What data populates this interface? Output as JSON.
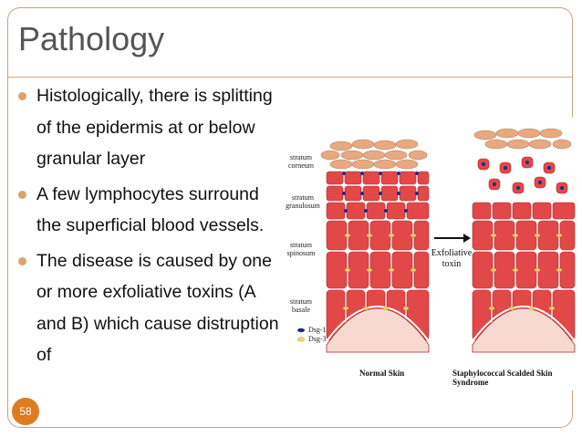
{
  "slide": {
    "title": "Pathology",
    "page_number": "58",
    "bullets": [
      {
        "text": "Histologically, there is splitting of the epidermis at or below granular layer"
      },
      {
        "text": "A few lymphocytes surround the superficial blood vessels."
      },
      {
        "text": "The disease is caused by one or more exfoliative toxins (A and B) which cause distruption of"
      }
    ]
  },
  "figure": {
    "layer_labels": {
      "corneum": [
        "stratum",
        "corneum"
      ],
      "granulosum": [
        "stratum",
        "granulosum"
      ],
      "spinosum": [
        "stratum",
        "spinosum"
      ],
      "basale": [
        "stratum",
        "basale"
      ]
    },
    "legend": [
      {
        "label": "Dsg-1",
        "color": "#1a2a8c"
      },
      {
        "label": "Dsg-3",
        "color": "#f2d36b"
      }
    ],
    "arrow_label": [
      "Exfoliative",
      "toxin"
    ],
    "captions": {
      "left": "Normal Skin",
      "right": "Staphylococcal Scalded Skin Syndrome"
    }
  },
  "colors": {
    "accent": "#e07a1f",
    "bullet": "#e0a06a",
    "cell": "#e24848",
    "corneum": "#e7a982"
  }
}
